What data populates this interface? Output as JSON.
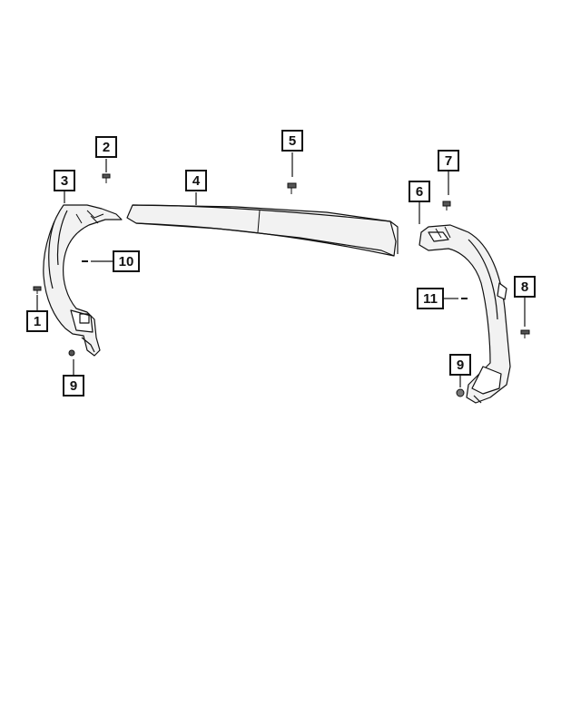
{
  "diagram": {
    "callouts": [
      {
        "id": "c1",
        "label": "1"
      },
      {
        "id": "c2",
        "label": "2"
      },
      {
        "id": "c3",
        "label": "3"
      },
      {
        "id": "c4",
        "label": "4"
      },
      {
        "id": "c5",
        "label": "5"
      },
      {
        "id": "c6",
        "label": "6"
      },
      {
        "id": "c7",
        "label": "7"
      },
      {
        "id": "c8",
        "label": "8"
      },
      {
        "id": "c9a",
        "label": "9"
      },
      {
        "id": "c9b",
        "label": "9"
      },
      {
        "id": "c10",
        "label": "10"
      },
      {
        "id": "c11",
        "label": "11"
      }
    ],
    "colors": {
      "line": "#111111",
      "part_fill": "#f2f2f2",
      "background": "#ffffff"
    }
  }
}
